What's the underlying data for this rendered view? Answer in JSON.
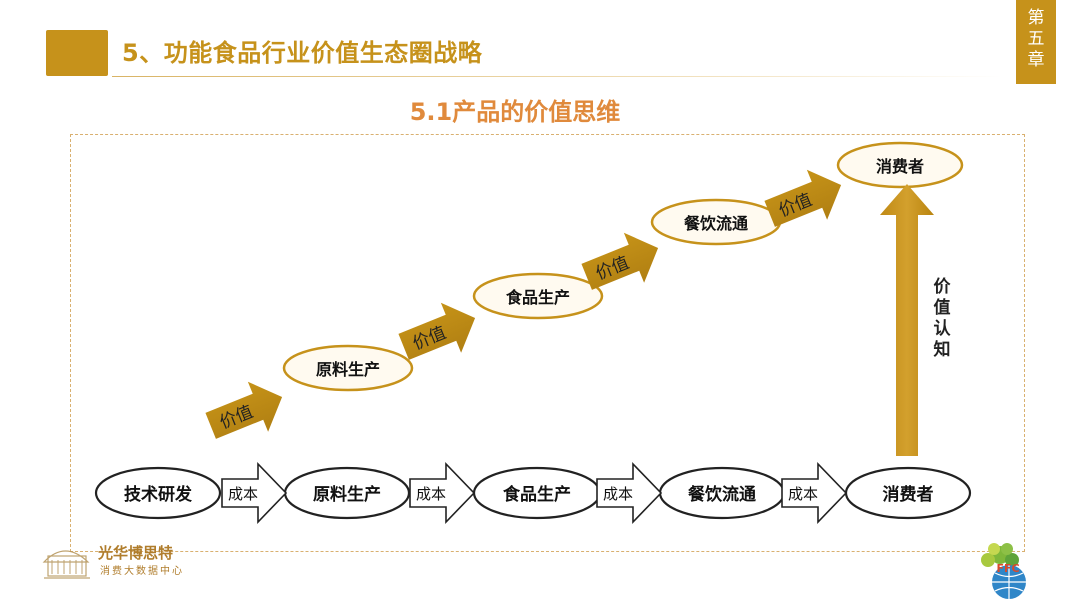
{
  "header": {
    "title": "5、功能食品行业价值生态圈战略",
    "chapter_tab": [
      "第",
      "五",
      "章"
    ]
  },
  "subtitle": "5.1产品的价值思维",
  "chain": {
    "nodes": [
      "技术研发",
      "原料生产",
      "食品生产",
      "餐饮流通",
      "消费者"
    ],
    "cost_label": "成本"
  },
  "ladder": {
    "nodes": [
      "原料生产",
      "食品生产",
      "餐饮流通",
      "消费者"
    ],
    "value_label": "价值"
  },
  "vertical_arrow_label": [
    "价",
    "值",
    "认",
    "知"
  ],
  "footer": {
    "logo_left_name": "光华博思特",
    "logo_left_sub": "消费大数据中心",
    "logo_right_text": "FFC"
  },
  "colors": {
    "gold": "#c6921b",
    "gold_light": "#e4b75a",
    "orange_title": "#e08a3c",
    "ellipse_border": "#c6921b",
    "ellipse_fill": "#fff9ec"
  }
}
